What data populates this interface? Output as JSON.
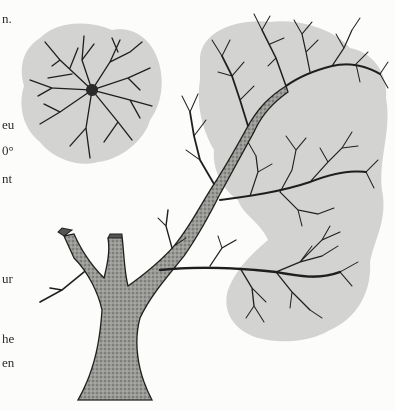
{
  "left_margin_text": [
    {
      "id": "frag-1",
      "text": "n."
    },
    {
      "id": "frag-2",
      "text": "eu"
    },
    {
      "id": "frag-3",
      "text": "0°"
    },
    {
      "id": "frag-4",
      "text": "nt"
    },
    {
      "id": "frag-5",
      "text": "ur"
    },
    {
      "id": "frag-6",
      "text": "he"
    },
    {
      "id": "frag-7",
      "text": "en"
    }
  ],
  "illustration": {
    "subject": "tree-crown-and-branch-structure-drawing",
    "shade_color": "#d3d3d1",
    "ink_color": "#1e1e1e",
    "trunk_fill": "#8a8a86"
  }
}
